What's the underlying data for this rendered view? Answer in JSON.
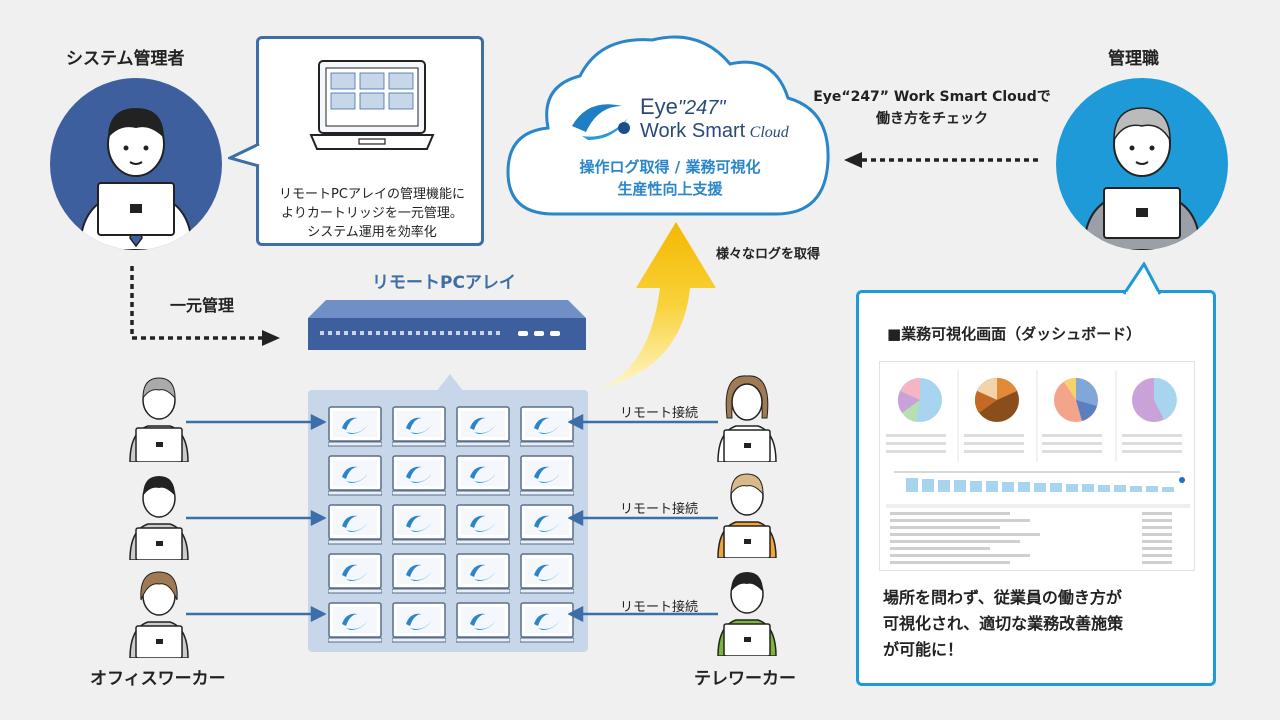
{
  "labels": {
    "admin_title": "システム管理者",
    "manager_title": "管理職",
    "office_workers": "オフィスワーカー",
    "teleworkers": "テレワーカー",
    "unified_management": "一元管理",
    "remote_pc_array": "リモートPCアレイ",
    "various_logs": "様々なログを取得",
    "remote_connection": "リモート接続"
  },
  "admin_bubble": {
    "line1": "リモートPCアレイの管理機能に",
    "line2": "よりカートリッジを一元管理。",
    "line3": "システム運用を効率化"
  },
  "cloud": {
    "logo_eye": "Eye",
    "logo_247": "\"247\"",
    "logo_work_smart": "Work Smart",
    "logo_cloud": "Cloud",
    "line1": "操作ログ取得 / 業務可視化",
    "line2": "生産性向上支援"
  },
  "manager_caption": {
    "line1": "Eye“247” Work Smart Cloudで",
    "line2": "働き方をチェック"
  },
  "dashboard": {
    "title": "■業務可視化画面（ダッシュボード）",
    "caption_line1": "場所を問わず、従業員の働き方が",
    "caption_line2": "可視化され、適切な業務改善施策",
    "caption_line3": "が可能に！"
  },
  "colors": {
    "brand_blue": "#3c6ea8",
    "dark_blue": "#3d5f9e",
    "sky_blue": "#1e9ad8",
    "cloud_text": "#2a86c9",
    "arrow_yellow": "#f7c31a",
    "array_bg": "#c7d6e8"
  }
}
